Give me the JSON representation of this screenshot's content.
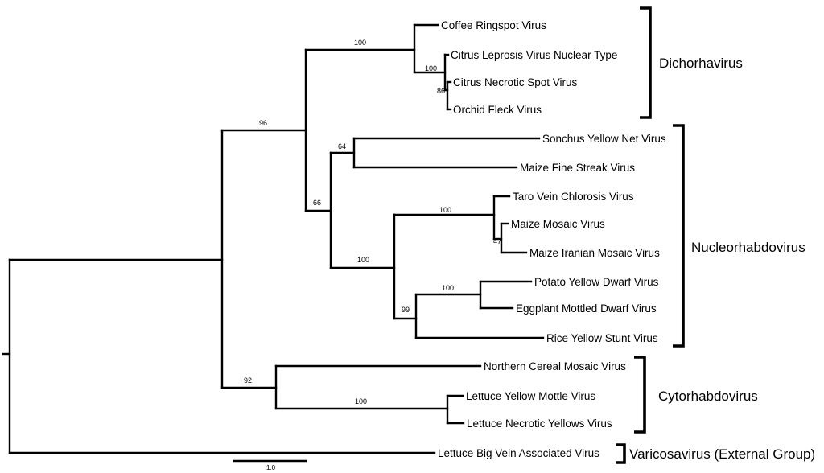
{
  "tree": {
    "leaves": [
      "Coffee Ringspot Virus",
      "Citrus Leprosis Virus Nuclear Type",
      "Citrus Necrotic Spot Virus",
      "Orchid Fleck Virus",
      "Sonchus Yellow Net Virus",
      "Maize Fine Streak Virus",
      "Taro Vein Chlorosis Virus",
      "Maize Mosaic Virus",
      "Maize Iranian Mosaic Virus",
      "Potato Yellow Dwarf Virus",
      "Eggplant Mottled Dwarf Virus",
      "Rice Yellow Stunt Virus",
      "Northern Cereal Mosaic Virus",
      "Lettuce Yellow Mottle Virus",
      "Lettuce Necrotic Yellows Virus",
      "Lettuce Big Vein Associated Virus"
    ],
    "bootstrap": [
      "100",
      "100",
      "86",
      "96",
      "64",
      "66",
      "100",
      "47",
      "100",
      "100",
      "99",
      "92",
      "100"
    ],
    "clades": [
      "Dichorhavirus",
      "Nucleorhabdovirus",
      "Cytorhabdovirus",
      "Varicosavirus (External Group)"
    ],
    "scale_label": "1.0"
  }
}
